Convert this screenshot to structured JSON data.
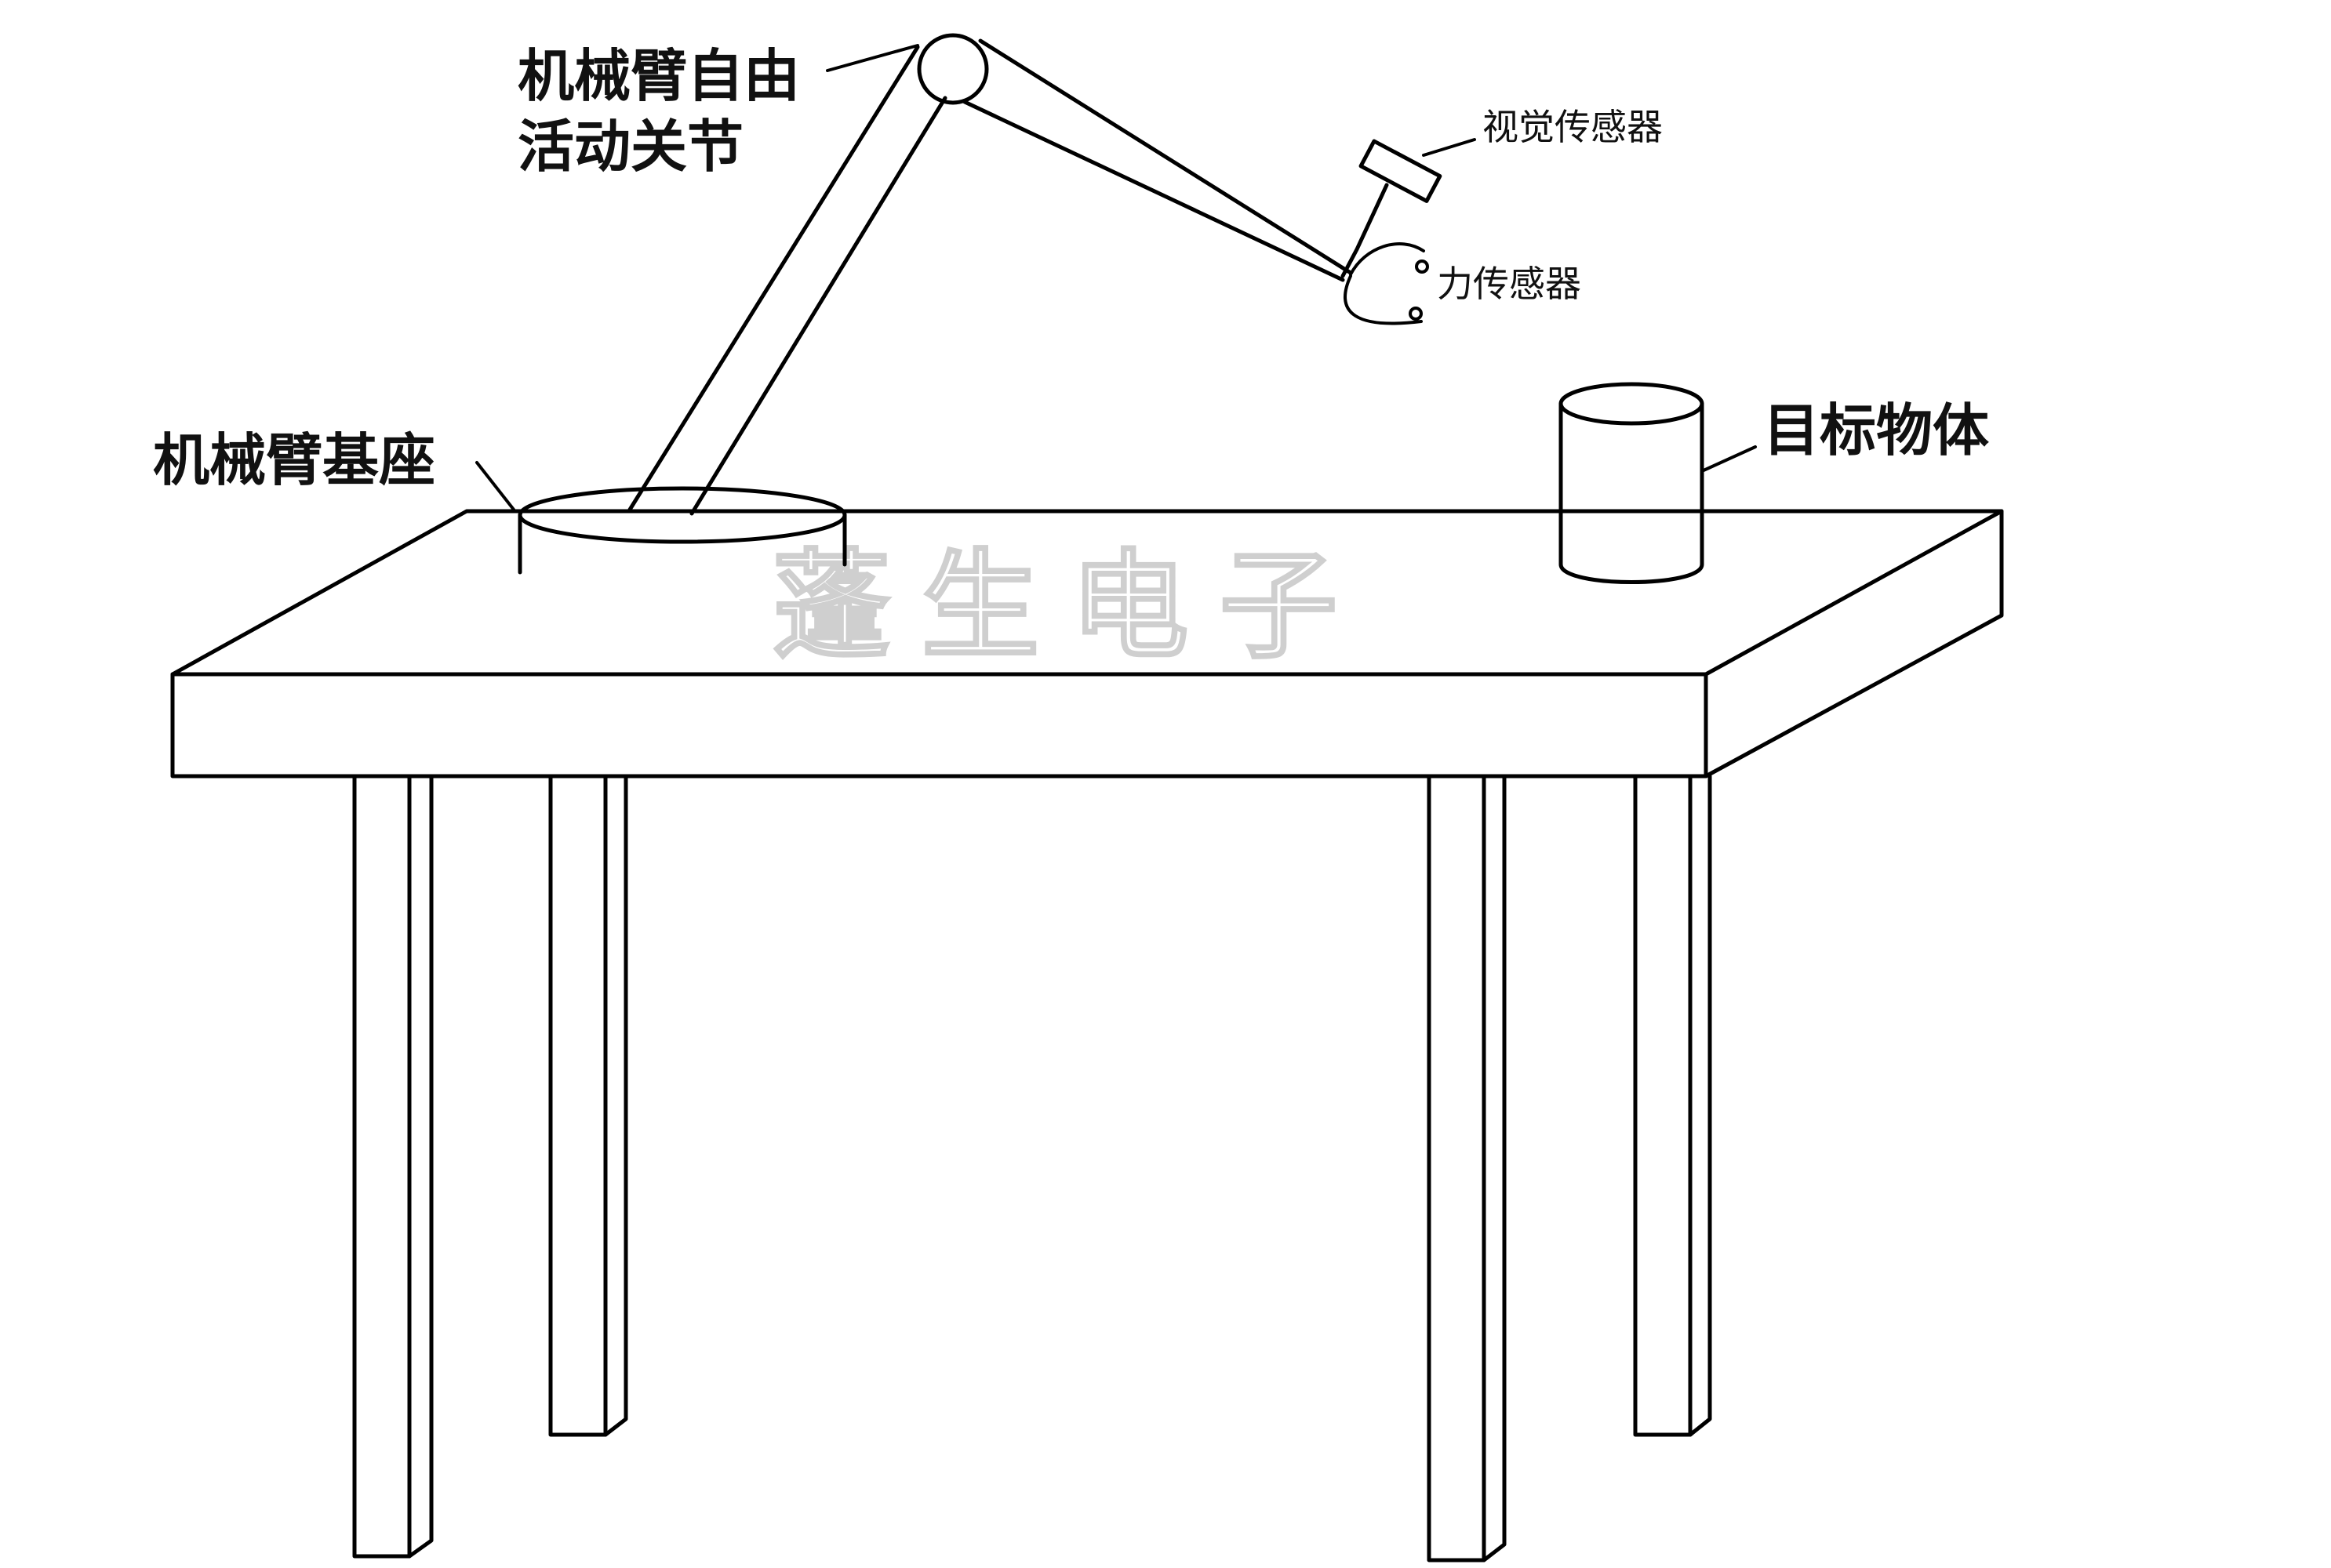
{
  "labels": {
    "joint_line1": "机械臂自由",
    "joint_line2": "活动关节",
    "vision_sensor": "视觉传感器",
    "force_sensor": "力传感器",
    "base": "机械臂基座",
    "target": "目标物体"
  },
  "watermark": "蓬生电子",
  "colors": {
    "stroke": "#000000",
    "background": "#ffffff",
    "watermark": "#cfcfcf"
  }
}
